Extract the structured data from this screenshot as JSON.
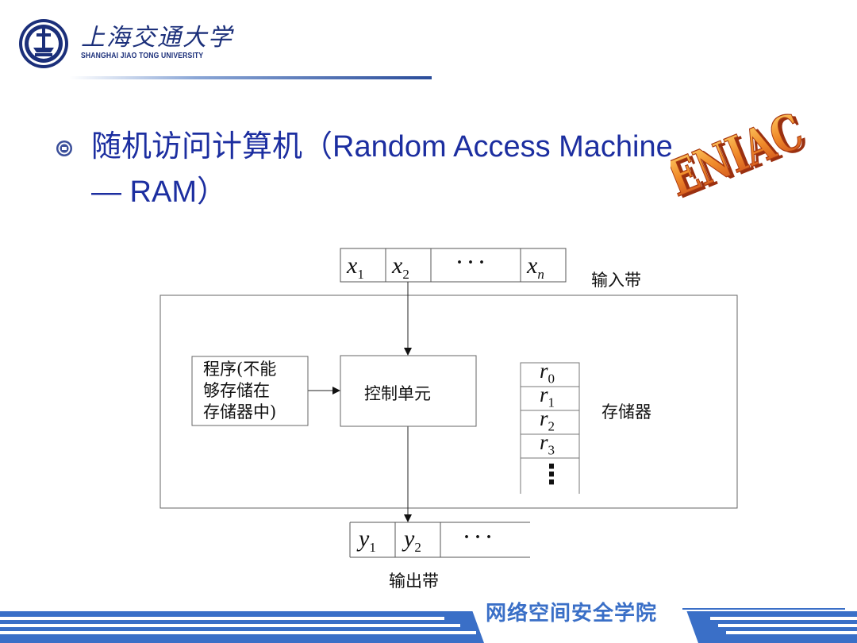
{
  "header": {
    "university_cn": "上海交通大学",
    "university_en": "SHANGHAI JIAO TONG UNIVERSITY",
    "logo_icon": "university-seal-icon",
    "accent_color": "#1b2f7a"
  },
  "title": {
    "bullet_icon": "seal-bullet-icon",
    "line1": "随机访问计算机（Random Access Machine",
    "line2": "— RAM）",
    "color": "#1c2ea0"
  },
  "eniac_logo": {
    "text": "ENIAC",
    "color": "#e8641c"
  },
  "diagram": {
    "input_tape": {
      "cells": [
        {
          "var": "x",
          "sub": "1"
        },
        {
          "var": "x",
          "sub": "2"
        },
        {
          "var": "· · ·",
          "sub": ""
        },
        {
          "var": "x",
          "sub": "n"
        }
      ],
      "label": "输入带"
    },
    "program_box": [
      "程序(不能",
      "够存储在",
      "存储器中)"
    ],
    "control_unit": "控制单元",
    "registers": {
      "cells": [
        {
          "var": "r",
          "sub": "0"
        },
        {
          "var": "r",
          "sub": "1"
        },
        {
          "var": "r",
          "sub": "2"
        },
        {
          "var": "r",
          "sub": "3"
        }
      ],
      "dots": "⋮",
      "label": "存储器"
    },
    "output_tape": {
      "cells": [
        {
          "var": "y",
          "sub": "1"
        },
        {
          "var": "y",
          "sub": "2"
        },
        {
          "var": "· · ·",
          "sub": ""
        }
      ],
      "label": "输出带"
    }
  },
  "footer": {
    "school": "网络空间安全学院",
    "stripe_color": "#3a6fc7"
  }
}
